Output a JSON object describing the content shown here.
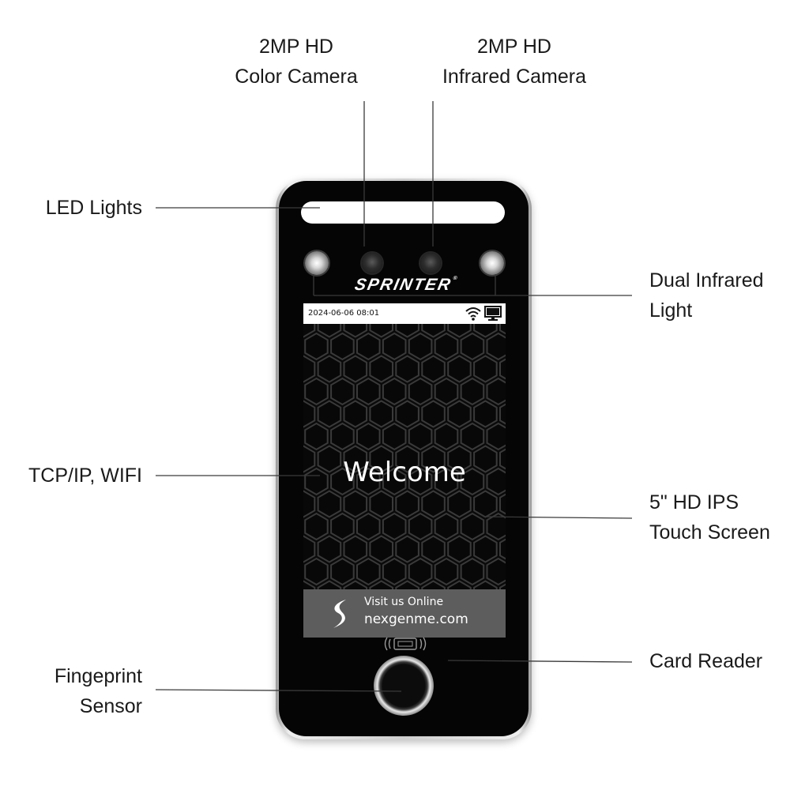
{
  "labels": {
    "color_camera": [
      "2MP HD",
      "Color Camera"
    ],
    "infrared_camera": [
      "2MP HD",
      "Infrared Camera"
    ],
    "led_lights": [
      "LED Lights"
    ],
    "dual_infrared_light": [
      "Dual Infrared",
      "Light"
    ],
    "network": [
      "TCP/IP, WIFI"
    ],
    "touch_screen": [
      "5\" HD IPS",
      "Touch Screen"
    ],
    "card_reader": [
      "Card Reader"
    ],
    "fingerprint_sensor": [
      "Fingeprint",
      "Sensor"
    ]
  },
  "device": {
    "brand": "SPRINTER",
    "brand_mark": "®",
    "status_time": "2024-06-06 08:01",
    "welcome": "Welcome",
    "banner_line1": "Visit us Online",
    "banner_line2": "nexgenme.com",
    "status_icons": [
      "wifi-icon",
      "monitor-icon"
    ]
  },
  "colors": {
    "device_body": "#050505",
    "frame": "#cfcfcf",
    "banner": "#5d5d5d",
    "text": "#1a1a1a",
    "leader_line": "#3a3a3a"
  }
}
